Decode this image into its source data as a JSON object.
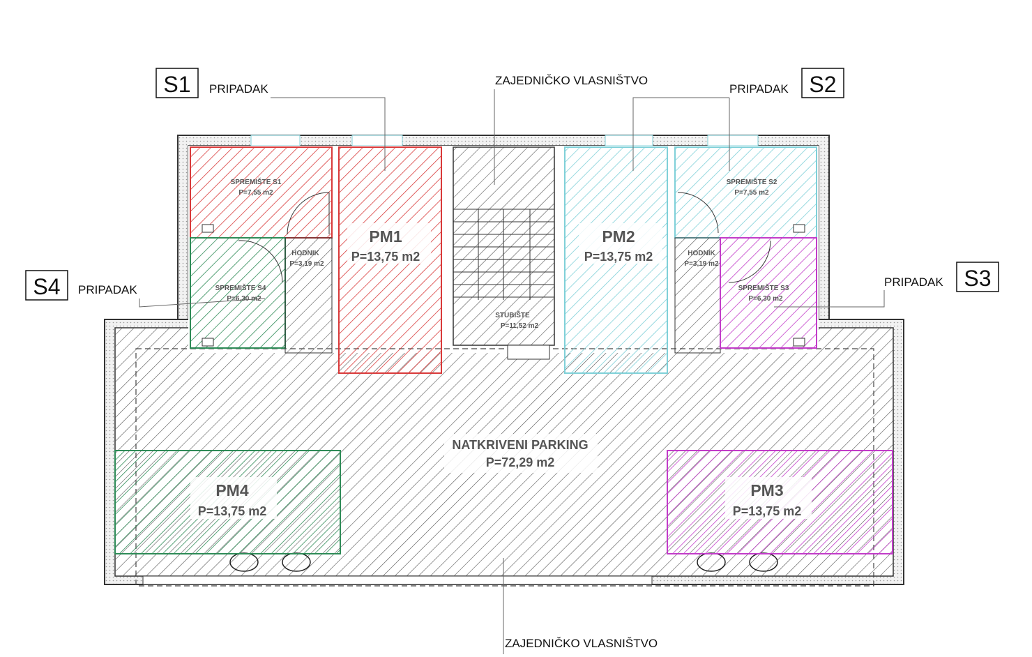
{
  "colors": {
    "red": "#d93a3a",
    "green": "#2e8b57",
    "cyan": "#7fd0d8",
    "magenta": "#c23cc9",
    "grey": "#555555",
    "wall": "#4a4a4a"
  },
  "tags": {
    "s1": "S1",
    "s2": "S2",
    "s3": "S3",
    "s4": "S4"
  },
  "callouts": {
    "s1": "PRIPADAK",
    "s2": "PRIPADAK",
    "s3": "PRIPADAK",
    "s4": "PRIPADAK",
    "common_top": "ZAJEDNIČKO VLASNIŠTVO",
    "common_bottom": "ZAJEDNIČKO VLASNIŠTVO"
  },
  "rooms": {
    "spremiste_s1": {
      "name": "SPREMIŠTE S1",
      "area": "P=7,55 m2"
    },
    "spremiste_s2": {
      "name": "SPREMIŠTE S2",
      "area": "P=7,55 m2"
    },
    "spremiste_s3": {
      "name": "SPREMIŠTE S3",
      "area": "P=6,30 m2"
    },
    "spremiste_s4": {
      "name": "SPREMIŠTE S4",
      "area": "P=6,30 m2"
    },
    "hodnik_left": {
      "name": "HODNIK",
      "area": "P=3,19 m2"
    },
    "hodnik_right": {
      "name": "HODNIK",
      "area": "P=3,19 m2"
    },
    "stubiste": {
      "name": "STUBIŠTE",
      "area": "P=11,52 m2"
    },
    "pm1": {
      "name": "PM1",
      "area": "P=13,75 m2"
    },
    "pm2": {
      "name": "PM2",
      "area": "P=13,75 m2"
    },
    "pm3": {
      "name": "PM3",
      "area": "P=13,75 m2"
    },
    "pm4": {
      "name": "PM4",
      "area": "P=13,75 m2"
    },
    "parking": {
      "name": "NATKRIVENI PARKING",
      "area": "P=72,29 m2"
    }
  }
}
